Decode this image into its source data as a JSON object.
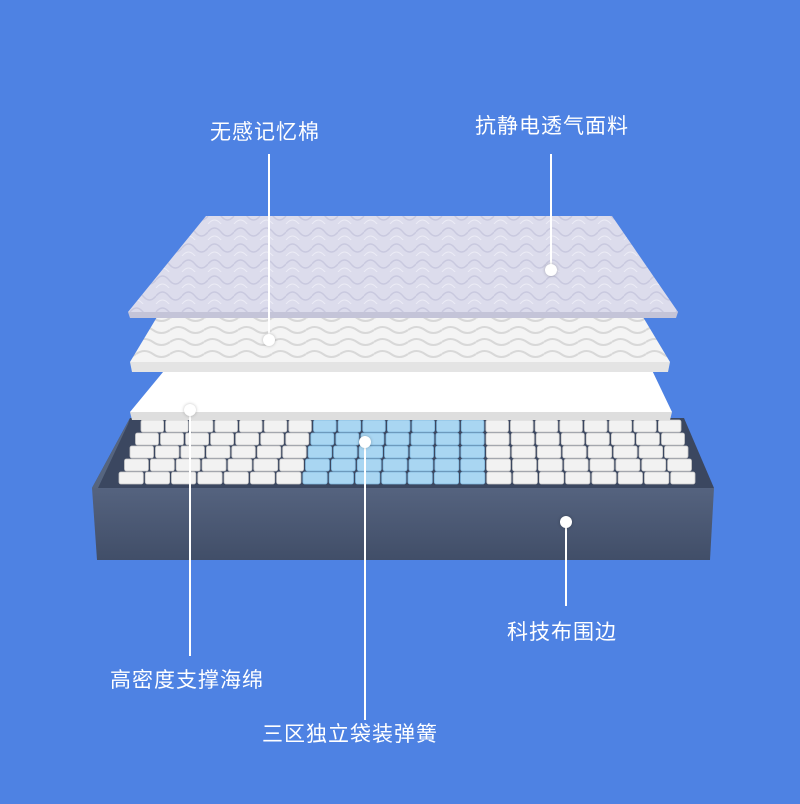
{
  "labels": {
    "memory_foam": "无感记忆棉",
    "antistatic_fabric": "抗静电透气面料",
    "high_density_foam": "高密度支撑海绵",
    "pocket_springs": "三区独立袋装弹簧",
    "fabric_border": "科技布围边"
  },
  "colors": {
    "background": "#4e82e3",
    "top_fabric": "#dcdcec",
    "base_border": "#4a5873",
    "spring_white": "#f2f2f2",
    "spring_blue": "#a9d6f2"
  }
}
